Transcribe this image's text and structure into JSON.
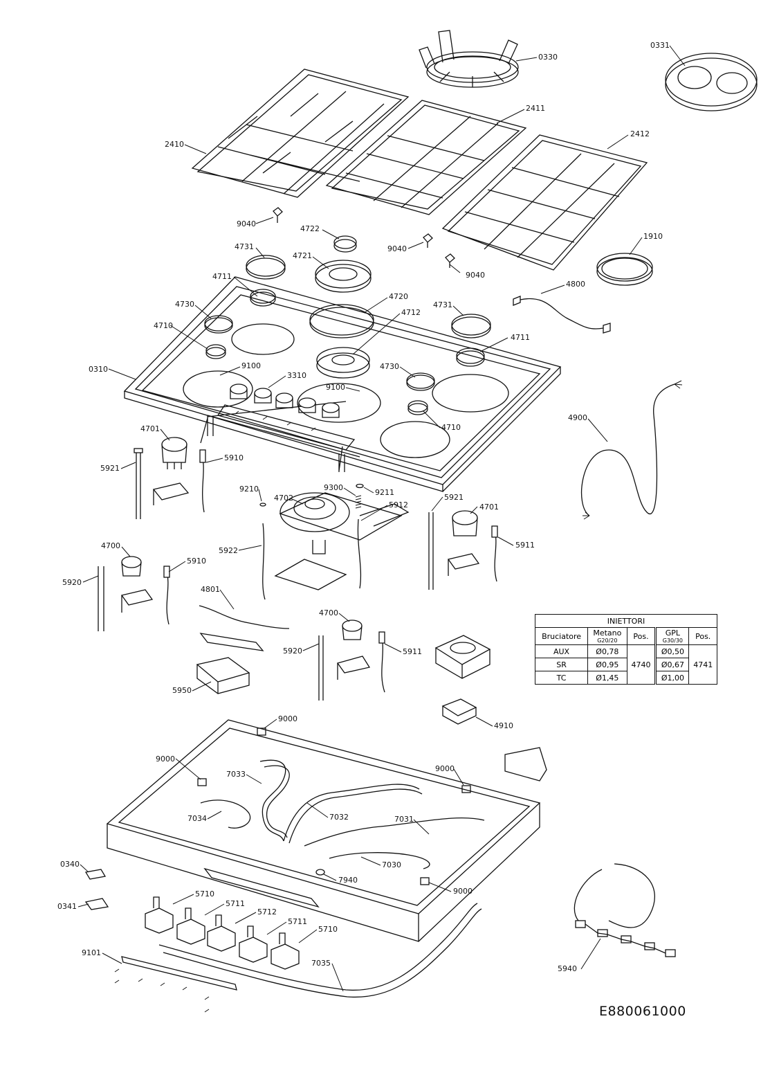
{
  "drawing_code": "E880061000",
  "parts": [
    {
      "id": "p-0330",
      "code": "0330"
    },
    {
      "id": "p-0331",
      "code": "0331"
    },
    {
      "id": "p-2411",
      "code": "2411"
    },
    {
      "id": "p-2412",
      "code": "2412"
    },
    {
      "id": "p-2410",
      "code": "2410"
    },
    {
      "id": "p-9040a",
      "code": "9040"
    },
    {
      "id": "p-4722",
      "code": "4722"
    },
    {
      "id": "p-9040b",
      "code": "9040"
    },
    {
      "id": "p-1910",
      "code": "1910"
    },
    {
      "id": "p-9040c",
      "code": "9040"
    },
    {
      "id": "p-4731a",
      "code": "4731"
    },
    {
      "id": "p-4721",
      "code": "4721"
    },
    {
      "id": "p-4711a",
      "code": "4711"
    },
    {
      "id": "p-4800",
      "code": "4800"
    },
    {
      "id": "p-4720",
      "code": "4720"
    },
    {
      "id": "p-4730a",
      "code": "4730"
    },
    {
      "id": "p-4731b",
      "code": "4731"
    },
    {
      "id": "p-4712",
      "code": "4712"
    },
    {
      "id": "p-4710a",
      "code": "4710"
    },
    {
      "id": "p-4711b",
      "code": "4711"
    },
    {
      "id": "p-0310",
      "code": "0310"
    },
    {
      "id": "p-9100a",
      "code": "9100"
    },
    {
      "id": "p-3310",
      "code": "3310"
    },
    {
      "id": "p-4730b",
      "code": "4730"
    },
    {
      "id": "p-9100b",
      "code": "9100"
    },
    {
      "id": "p-4900",
      "code": "4900"
    },
    {
      "id": "p-4710b",
      "code": "4710"
    },
    {
      "id": "p-4701a",
      "code": "4701"
    },
    {
      "id": "p-5910a",
      "code": "5910"
    },
    {
      "id": "p-5921a",
      "code": "5921"
    },
    {
      "id": "p-9210",
      "code": "9210"
    },
    {
      "id": "p-4702",
      "code": "4702"
    },
    {
      "id": "p-9300",
      "code": "9300"
    },
    {
      "id": "p-9211",
      "code": "9211"
    },
    {
      "id": "p-5921b",
      "code": "5921"
    },
    {
      "id": "p-4701b",
      "code": "4701"
    },
    {
      "id": "p-5912",
      "code": "5912"
    },
    {
      "id": "p-5922",
      "code": "5922"
    },
    {
      "id": "p-5911a",
      "code": "5911"
    },
    {
      "id": "p-4700a",
      "code": "4700"
    },
    {
      "id": "p-5910b",
      "code": "5910"
    },
    {
      "id": "p-5920a",
      "code": "5920"
    },
    {
      "id": "p-4801",
      "code": "4801"
    },
    {
      "id": "p-4700b",
      "code": "4700"
    },
    {
      "id": "p-5920b",
      "code": "5920"
    },
    {
      "id": "p-5911b",
      "code": "5911"
    },
    {
      "id": "p-5950",
      "code": "5950"
    },
    {
      "id": "p-4910",
      "code": "4910"
    },
    {
      "id": "p-9000a",
      "code": "9000"
    },
    {
      "id": "p-9000b",
      "code": "9000"
    },
    {
      "id": "p-9000c",
      "code": "9000"
    },
    {
      "id": "p-7033",
      "code": "7033"
    },
    {
      "id": "p-7034",
      "code": "7034"
    },
    {
      "id": "p-7032",
      "code": "7032"
    },
    {
      "id": "p-7031",
      "code": "7031"
    },
    {
      "id": "p-7030",
      "code": "7030"
    },
    {
      "id": "p-0340",
      "code": "0340"
    },
    {
      "id": "p-7940",
      "code": "7940"
    },
    {
      "id": "p-9000d",
      "code": "9000"
    },
    {
      "id": "p-0341",
      "code": "0341"
    },
    {
      "id": "p-5710a",
      "code": "5710"
    },
    {
      "id": "p-5711a",
      "code": "5711"
    },
    {
      "id": "p-5712",
      "code": "5712"
    },
    {
      "id": "p-5711b",
      "code": "5711"
    },
    {
      "id": "p-5710b",
      "code": "5710"
    },
    {
      "id": "p-9101",
      "code": "9101"
    },
    {
      "id": "p-7035",
      "code": "7035"
    },
    {
      "id": "p-5940",
      "code": "5940"
    }
  ],
  "injector_table": {
    "title": "INIETTORI",
    "col_burner": "Bruciatore",
    "col_methane": "Metano",
    "col_methane_sub": "G20/20",
    "col_pos": "Pos.",
    "col_gpl": "GPL",
    "col_gpl_sub": "G30/30",
    "col_pos2": "Pos.",
    "rows": [
      {
        "burner": "AUX",
        "methane": "Ø0,78",
        "gpl": "Ø0,50"
      },
      {
        "burner": "SR",
        "methane": "Ø0,95",
        "gpl": "Ø0,67"
      },
      {
        "burner": "TC",
        "methane": "Ø1,45",
        "gpl": "Ø1,00"
      }
    ],
    "pos_methane": "4740",
    "pos_gpl": "4741"
  }
}
